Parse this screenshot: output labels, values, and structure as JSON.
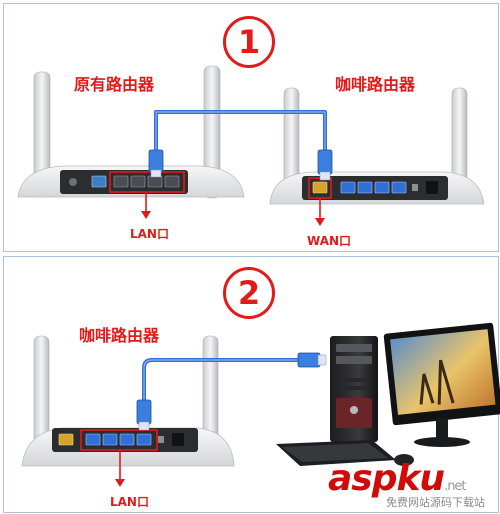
{
  "step1": {
    "number": "1",
    "original_router_label": "原有路由器",
    "coffee_router_label": "咖啡路由器",
    "lan_port_label": "LAN口",
    "wan_port_label": "WAN口"
  },
  "step2": {
    "number": "2",
    "coffee_router_label": "咖啡路由器",
    "lan_port_label": "LAN口"
  },
  "watermark": {
    "logo_text": "aspku",
    "suffix": ".net",
    "subtitle": "免费网站源码下载站"
  },
  "colors": {
    "red": "#e21a1a",
    "cable_blue": "#2f6fd6",
    "panel_border": "#a9c3dc",
    "router_body": "#e9eaec",
    "router_back": "#303236"
  }
}
